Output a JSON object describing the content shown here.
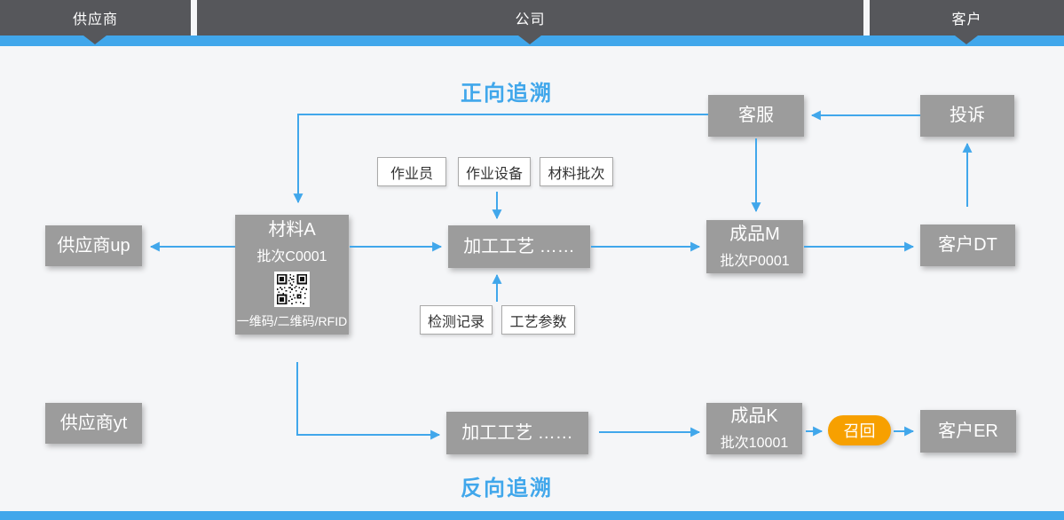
{
  "colors": {
    "header_dark": "#56575b",
    "accent_blue": "#41a7eb",
    "node_gray": "#9c9c9c",
    "recall_orange": "#f7a000",
    "background": "#f5f6f8"
  },
  "header": {
    "segments": [
      {
        "label": "供应商"
      },
      {
        "label": "公司"
      },
      {
        "label": "客户"
      }
    ]
  },
  "titles": {
    "forward": "正向追溯",
    "backward": "反向追溯"
  },
  "nodes": {
    "supplier_up": "供应商up",
    "supplier_yt": "供应商yt",
    "material_a": {
      "line1": "材料A",
      "line2": "批次C0001",
      "line3": "一维码/二维码/RFID"
    },
    "process1": "加工工艺  ……",
    "process2": "加工工艺  ……",
    "product_m": {
      "line1": "成品M",
      "line2": "批次P0001"
    },
    "product_k": {
      "line1": "成品K",
      "line2": "批次10001"
    },
    "customer_dt": "客户DT",
    "customer_er": "客户ER",
    "customer_service": "客服",
    "complaint": "投诉",
    "recall": "召回"
  },
  "tags": {
    "operator": "作业员",
    "equipment": "作业设备",
    "material_batch": "材料批次",
    "inspection": "检测记录",
    "process_params": "工艺参数"
  },
  "icons": {
    "qr_code": "qr-code",
    "header_pointers": "triangle-down-icon"
  }
}
